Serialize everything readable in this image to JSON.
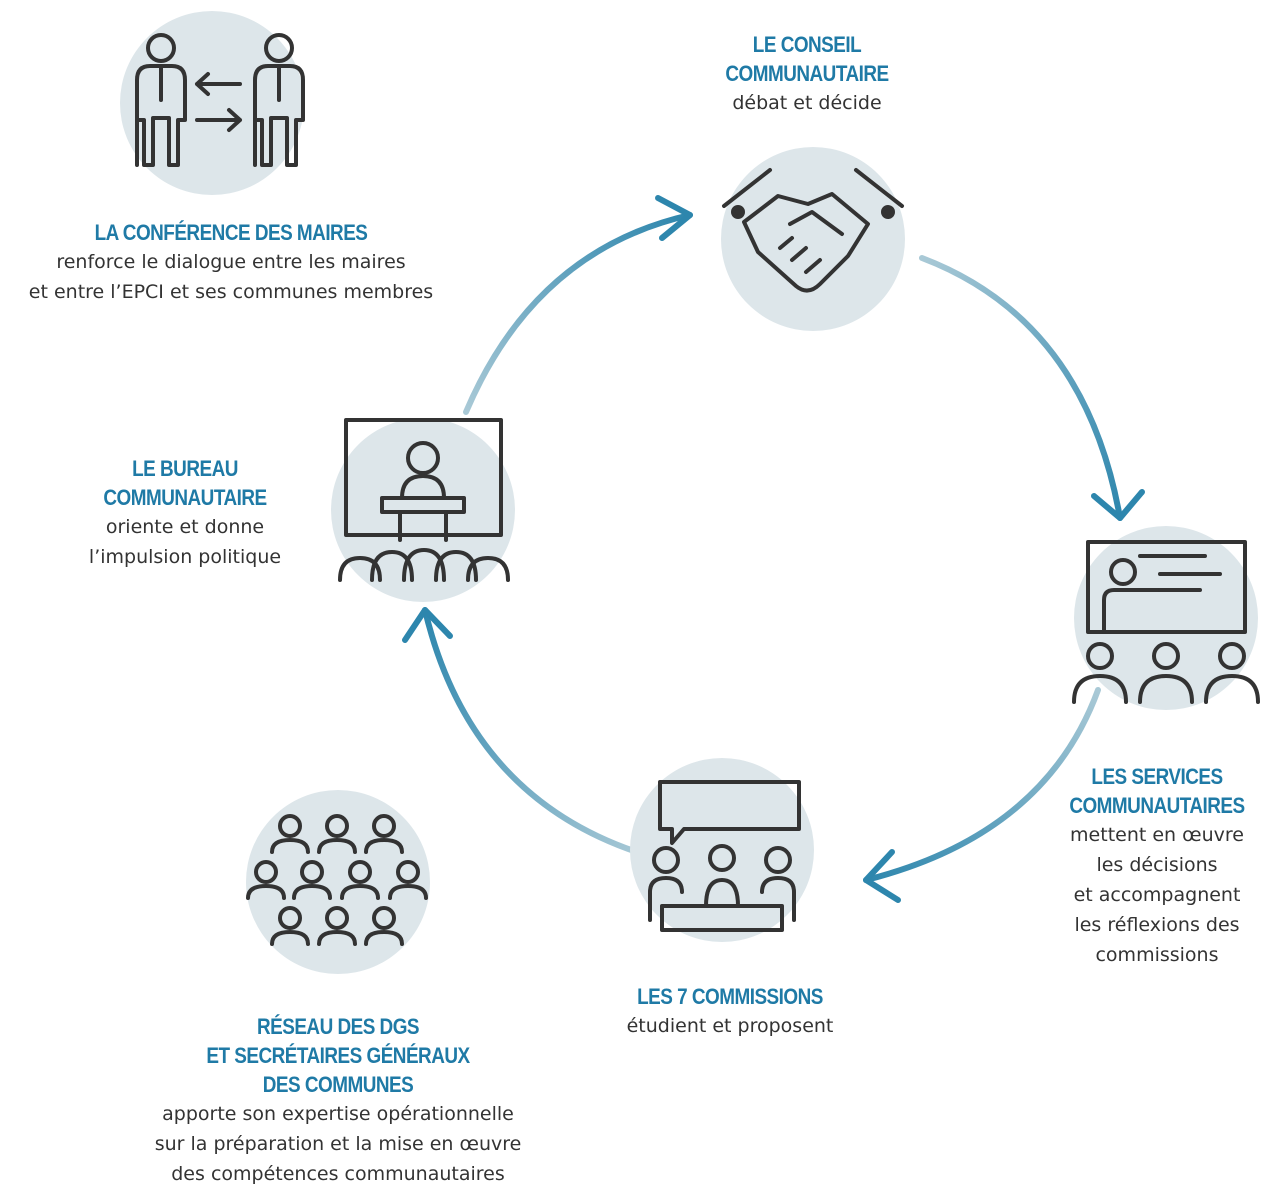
{
  "nodes": {
    "conference": {
      "title": [
        "LA CONFÉRENCE DES MAIRES"
      ],
      "desc": [
        "renforce le dialogue entre les maires",
        "et entre l’EPCI et ses communes membres"
      ]
    },
    "conseil": {
      "title": [
        "LE CONSEIL",
        "COMMUNAUTAIRE"
      ],
      "desc": [
        "débat et décide"
      ]
    },
    "bureau": {
      "title": [
        "LE BUREAU",
        "COMMUNAUTAIRE"
      ],
      "desc": [
        "oriente et donne",
        "l’impulsion politique"
      ]
    },
    "services": {
      "title": [
        "LES SERVICES",
        "COMMUNAUTAIRES"
      ],
      "desc": [
        "mettent en œuvre",
        "les décisions",
        "et accompagnent",
        "les réflexions des",
        "commissions"
      ]
    },
    "commissions": {
      "title": [
        "LES 7 COMMISSIONS"
      ],
      "desc": [
        "étudient et proposent"
      ]
    },
    "reseau": {
      "title": [
        "RÉSEAU DES DGS",
        "ET SECRÉTAIRES GÉNÉRAUX",
        "DES COMMUNES"
      ],
      "desc": [
        "apporte son expertise opérationnelle",
        "sur la préparation et la mise en œuvre",
        "des compétences communautaires"
      ]
    }
  },
  "colors": {
    "accent": "#1f7aa6",
    "arrow": "#2f87ad",
    "icon_circle": "#dde6ea",
    "icon_stroke": "#333333"
  }
}
